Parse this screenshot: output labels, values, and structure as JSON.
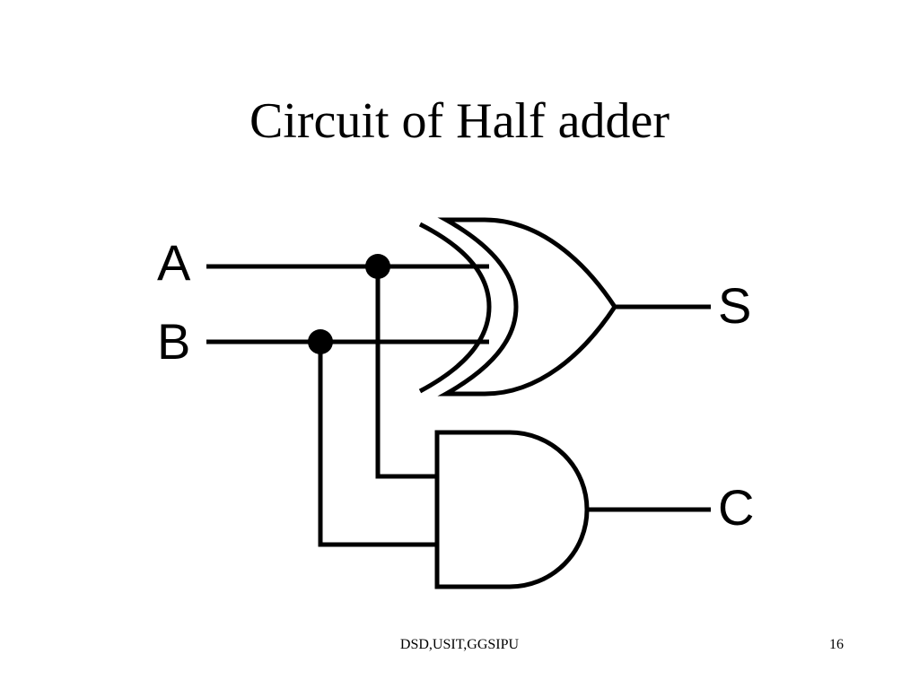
{
  "slide": {
    "title": "Circuit of Half adder",
    "footer": "DSD,USIT,GGSIPU",
    "page_number": "16"
  },
  "diagram": {
    "inputs": [
      "A",
      "B"
    ],
    "outputs": [
      "S",
      "C"
    ],
    "stroke_color": "#000000"
  }
}
